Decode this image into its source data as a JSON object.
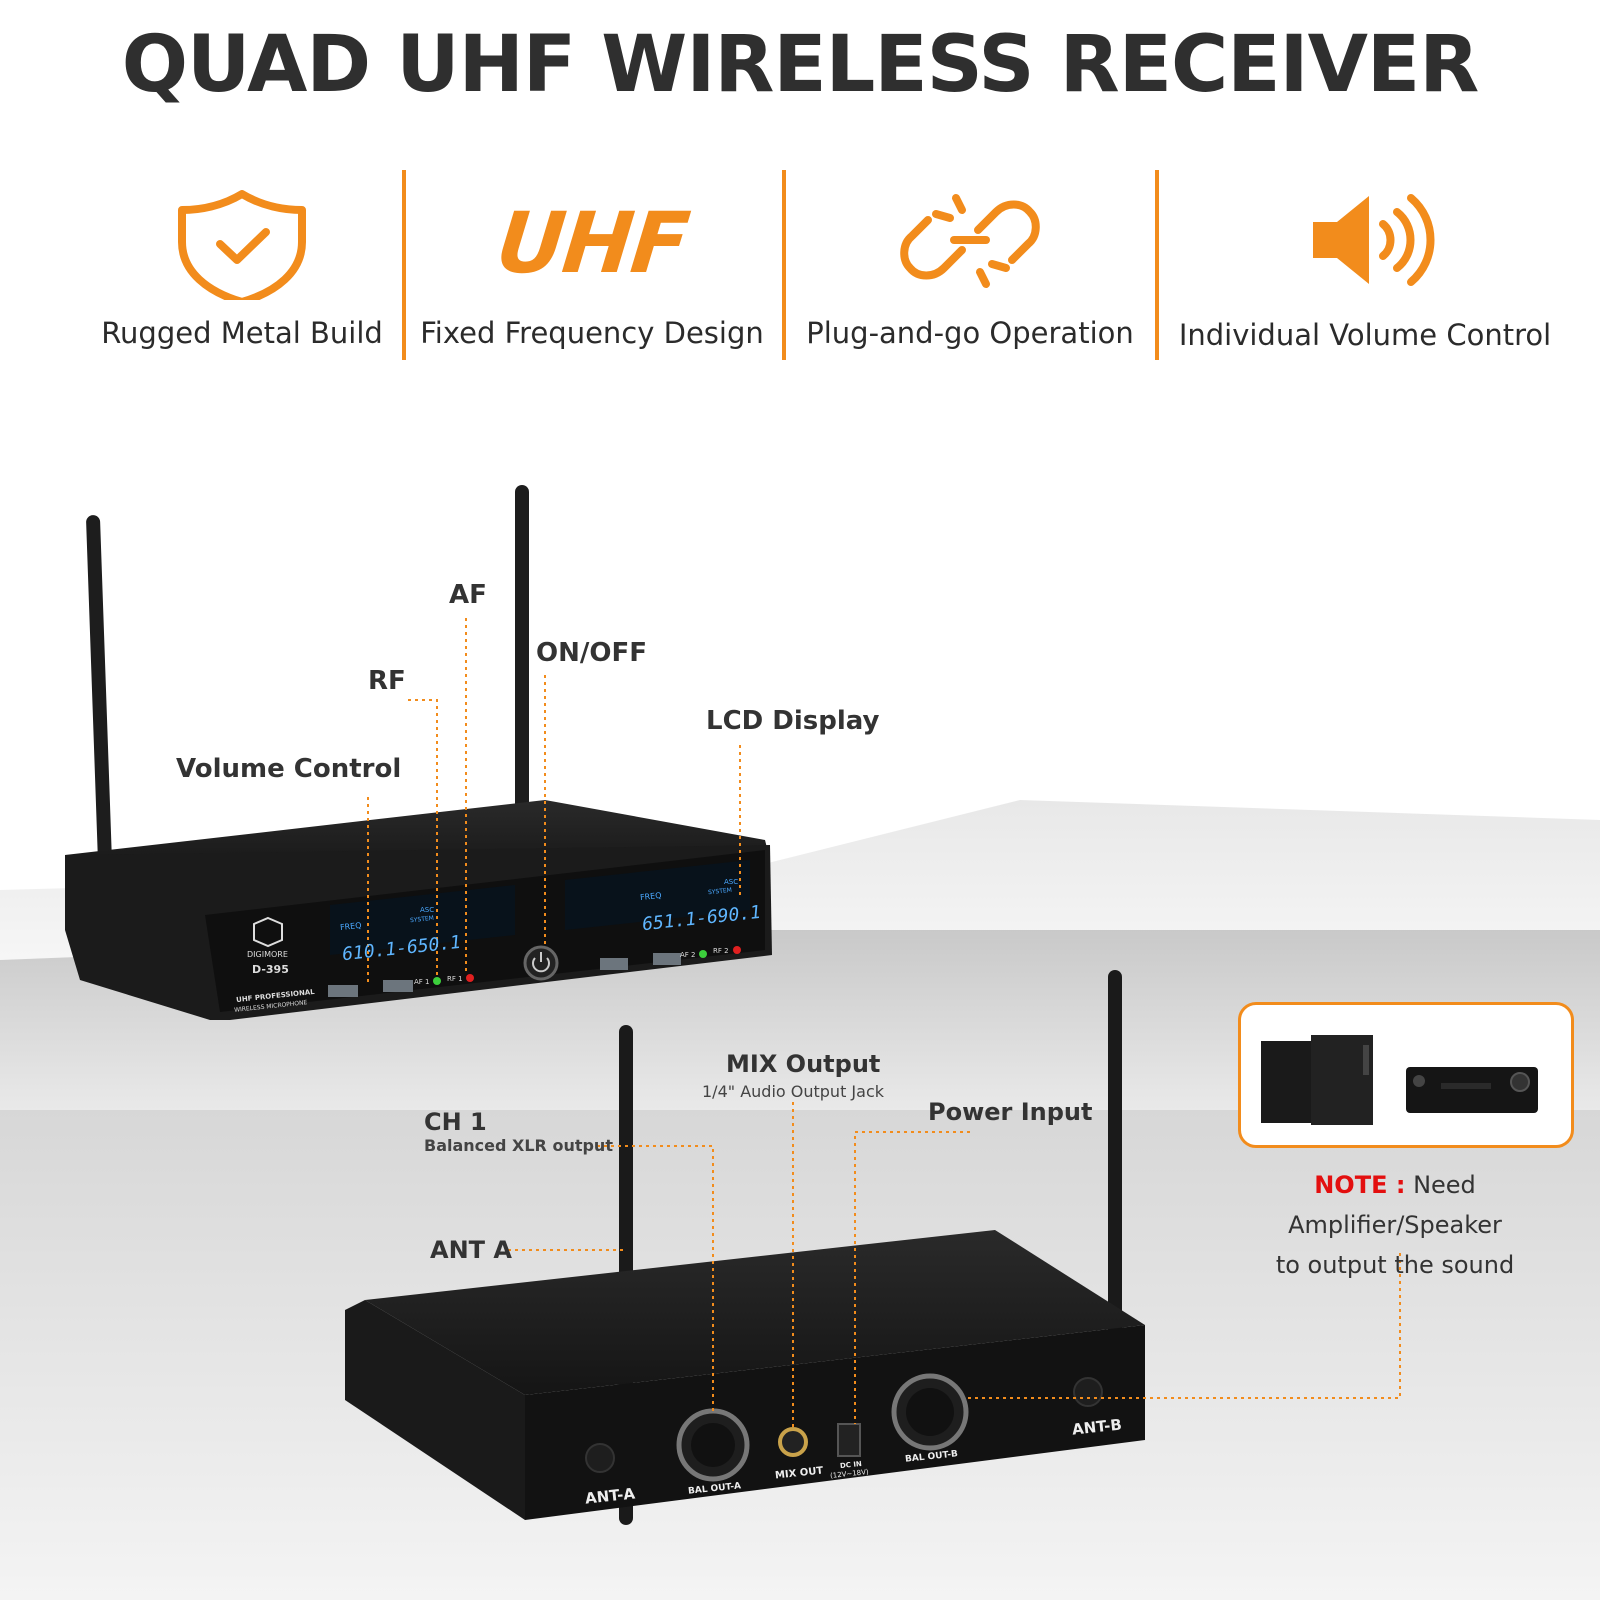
{
  "title": "QUAD UHF WIRELESS RECEIVER",
  "features": [
    {
      "icon": "shield-check-icon",
      "label": "Rugged Metal Build"
    },
    {
      "icon": "uhf-text-icon",
      "text": "UHF",
      "label": "Fixed Frequency Design"
    },
    {
      "icon": "broken-link-icon",
      "label": "Plug-and-go Operation"
    },
    {
      "icon": "speaker-volume-icon",
      "label": "Individual Volume Control"
    }
  ],
  "accent_color": "#f28c1c",
  "front_callouts": {
    "af": "AF",
    "on_off": "ON/OFF",
    "rf": "RF",
    "lcd": "LCD Display",
    "volume": "Volume Control"
  },
  "front_panel": {
    "brand": "DIGIMORE",
    "model": "D-395",
    "tagline_1": "UHF PROFESSIONAL",
    "tagline_2": "WIRELESS MICROPHONE",
    "lcd_a_freq": "610.1-650.1",
    "lcd_b_freq": "651.1-690.1",
    "freq_label": "FREQ",
    "asc": "ASC",
    "system": "SYSTEM",
    "af1": "AF 1",
    "rf1": "RF 1",
    "af2": "AF 2",
    "rf2": "RF 2"
  },
  "back_callouts": {
    "mix_title": "MIX Output",
    "mix_sub": "1/4\" Audio Output Jack",
    "ch1_title": "CH 1",
    "ch1_sub": "Balanced XLR output",
    "power": "Power Input",
    "ant_a": "ANT A"
  },
  "back_panel": {
    "ant_a": "ANT-A",
    "bal_out_a": "BAL OUT-A",
    "mix_out": "MIX OUT",
    "dc_in": "DC IN",
    "dc_range": "(12V~18V)",
    "bal_out_b": "BAL OUT-B",
    "ant_b": "ANT-B"
  },
  "note": {
    "key": "NOTE :",
    "line1": "Need Amplifier/Speaker",
    "line2": "to output the sound"
  }
}
